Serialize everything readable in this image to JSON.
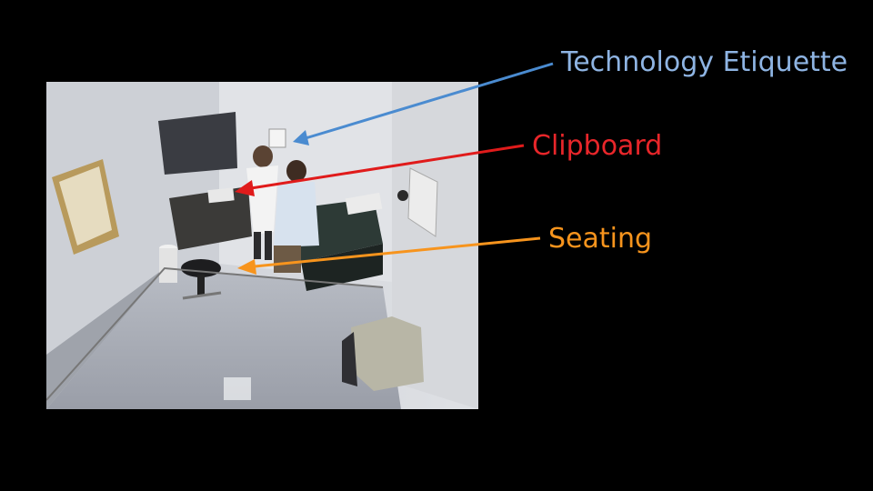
{
  "annotations": [
    {
      "id": "technology",
      "text": "Technology Etiquette",
      "color": "#8eb4e3",
      "arrow_color": "#4a8bd0"
    },
    {
      "id": "clipboard",
      "text": "Clipboard",
      "color": "#e8262a",
      "arrow_color": "#e01b1b"
    },
    {
      "id": "seating",
      "text": "Seating",
      "color": "#f7941d",
      "arrow_color": "#f7941d"
    }
  ],
  "photo": {
    "subject": "overhead-view-exam-room",
    "colors": {
      "wall": "#d4d6db",
      "floor": "#aaaeb6",
      "cabinet": "#3a3c42",
      "exam_table": "#2d3a36"
    }
  }
}
